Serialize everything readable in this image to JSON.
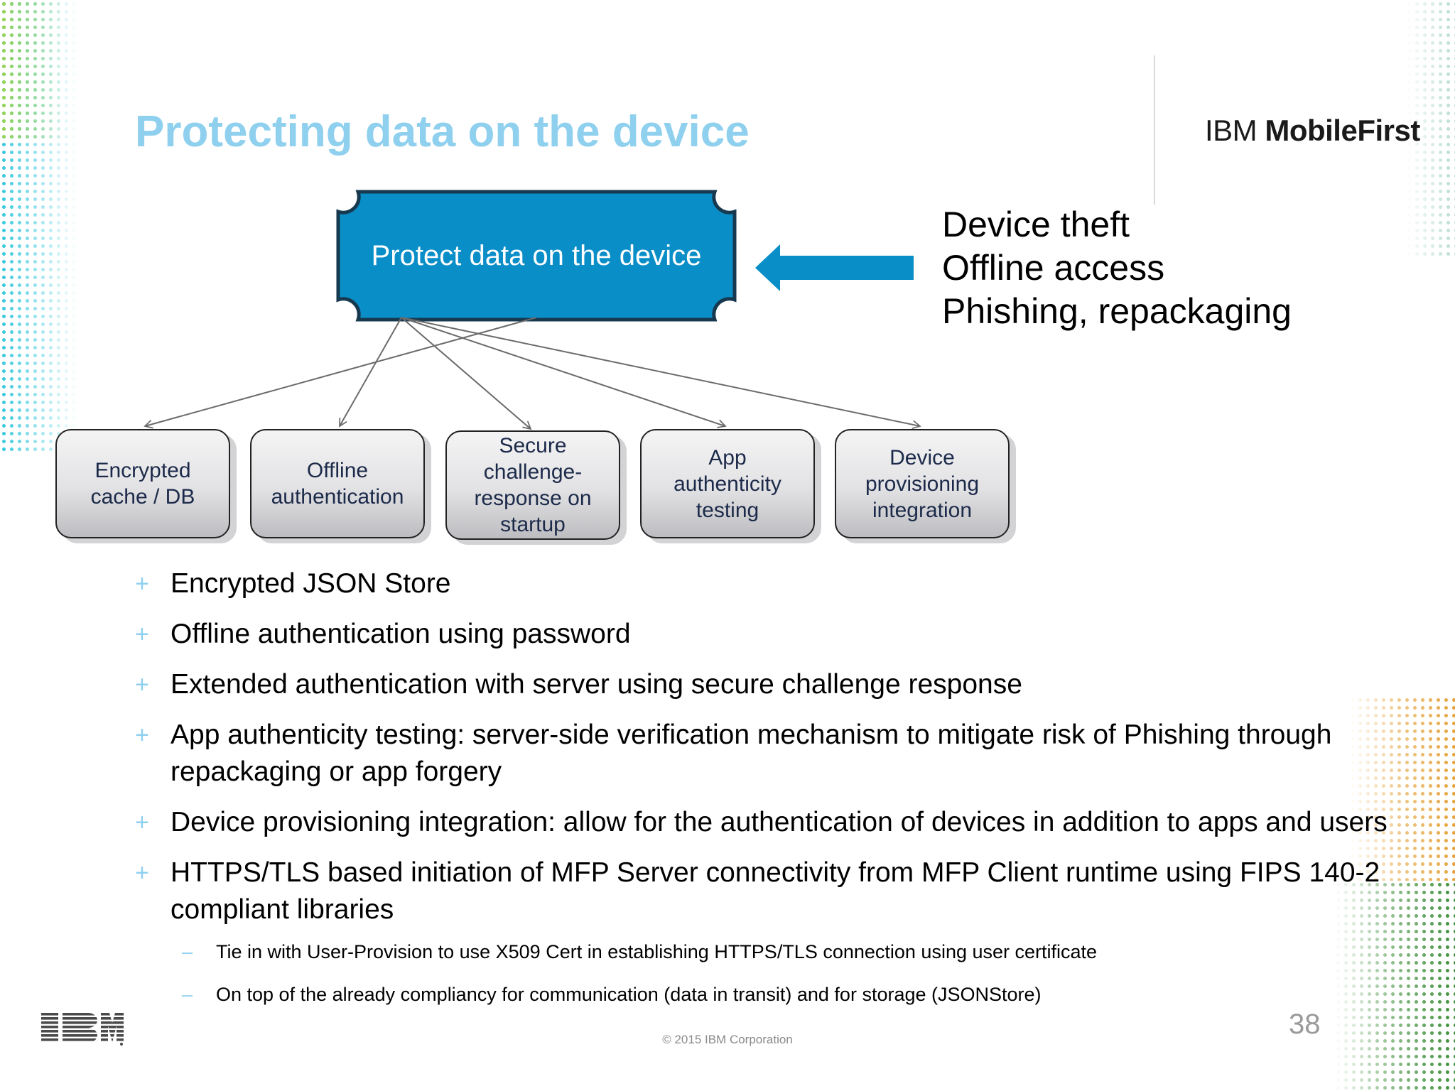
{
  "slide": {
    "title": "Protecting data on the device",
    "brand_prefix": "IBM",
    "brand_name": "MobileFirst",
    "page_number": "38",
    "copyright": "© 2015 IBM Corporation",
    "logo_text": "IBM"
  },
  "diagram": {
    "main_box": "Protect data on the device",
    "children": [
      {
        "lines": [
          "Encrypted",
          "cache / DB"
        ]
      },
      {
        "lines": [
          "Offline",
          "authentication"
        ]
      },
      {
        "lines": [
          "Secure",
          "challenge-",
          "response on",
          "startup"
        ]
      },
      {
        "lines": [
          "App",
          "authenticity",
          "testing"
        ]
      },
      {
        "lines": [
          "Device",
          "provisioning",
          "integration"
        ]
      }
    ],
    "threats": [
      "Device theft",
      "Offline access",
      "Phishing, repackaging"
    ]
  },
  "bullets": [
    "Encrypted JSON Store",
    "Offline authentication using password",
    "Extended authentication with server using secure challenge response",
    "App authenticity testing: server-side verification mechanism to mitigate risk of Phishing through repackaging or app forgery",
    "Device provisioning integration: allow for the authentication of devices in addition to apps and users",
    "HTTPS/TLS based initiation of MFP Server connectivity from MFP Client runtime using FIPS 140-2 compliant libraries"
  ],
  "sub_bullets": [
    "Tie in with User-Provision to use X509 Cert in establishing HTTPS/TLS connection using user certificate",
    "On top of the already compliancy for communication (data in transit) and for storage (JSONStore)"
  ],
  "markers": {
    "bullet": "+",
    "sub_bullet": "–"
  },
  "colors": {
    "title": "#8fd0ef",
    "main_box_fill": "#0a8ec8",
    "main_box_border": "#17394f",
    "arrow": "#0a8ec8",
    "child_text": "#1c2a4a",
    "bullet_marker": "#8fd0ef"
  }
}
